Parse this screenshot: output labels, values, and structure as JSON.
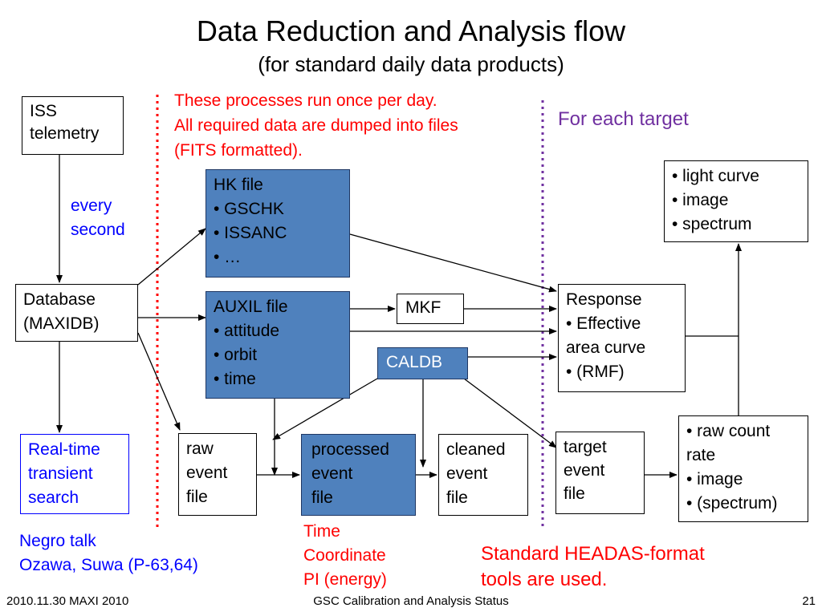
{
  "title": "Data Reduction and Analysis flow",
  "subtitle": "(for standard daily data products)",
  "notes": {
    "once_per_day": [
      "These processes run once per day.",
      "All required data are dumped into files",
      "(FITS formatted)."
    ],
    "for_each_target": "For each target",
    "every_second": [
      "every",
      "second"
    ],
    "negro_talk": [
      "Negro talk",
      "Ozawa, Suwa (P-63,64)"
    ],
    "processed_fields": [
      "Time",
      "Coordinate",
      "PI (energy)"
    ],
    "headas": [
      "Standard HEADAS-format",
      "tools are used."
    ]
  },
  "boxes": {
    "iss": [
      "ISS",
      "telemetry"
    ],
    "database": [
      "Database",
      "(MAXIDB)"
    ],
    "realtime": [
      "Real-time",
      "transient",
      "search"
    ],
    "hk": [
      "HK file",
      "• GSCHK",
      "• ISSANC",
      "• …"
    ],
    "auxil": [
      "AUXIL file",
      "• attitude",
      "• orbit",
      "• time"
    ],
    "mkf": "MKF",
    "caldb": "CALDB",
    "raw_event": [
      "raw",
      "event",
      "file"
    ],
    "processed_event": [
      "processed",
      "event",
      "file"
    ],
    "cleaned_event": [
      "cleaned",
      "event",
      "file"
    ],
    "target_event": [
      "target",
      "event",
      "file"
    ],
    "response": [
      "Response",
      "• Effective",
      "area curve",
      "• (RMF)"
    ],
    "products": [
      "• light curve",
      "• image",
      "• spectrum"
    ],
    "raw_count": [
      "• raw count",
      "rate",
      "• image",
      "• (spectrum)"
    ]
  },
  "footer": {
    "left": "2010.11.30 MAXI 2010",
    "center": "GSC Calibration and Analysis Status",
    "page": "21"
  },
  "colors": {
    "box_fill": "#4f81bd",
    "note_red": "#ff0000",
    "note_purple": "#7030a0",
    "realtime_blue": "#0000ff",
    "divider_red": "#ff0000",
    "divider_purple": "#7030a0"
  }
}
